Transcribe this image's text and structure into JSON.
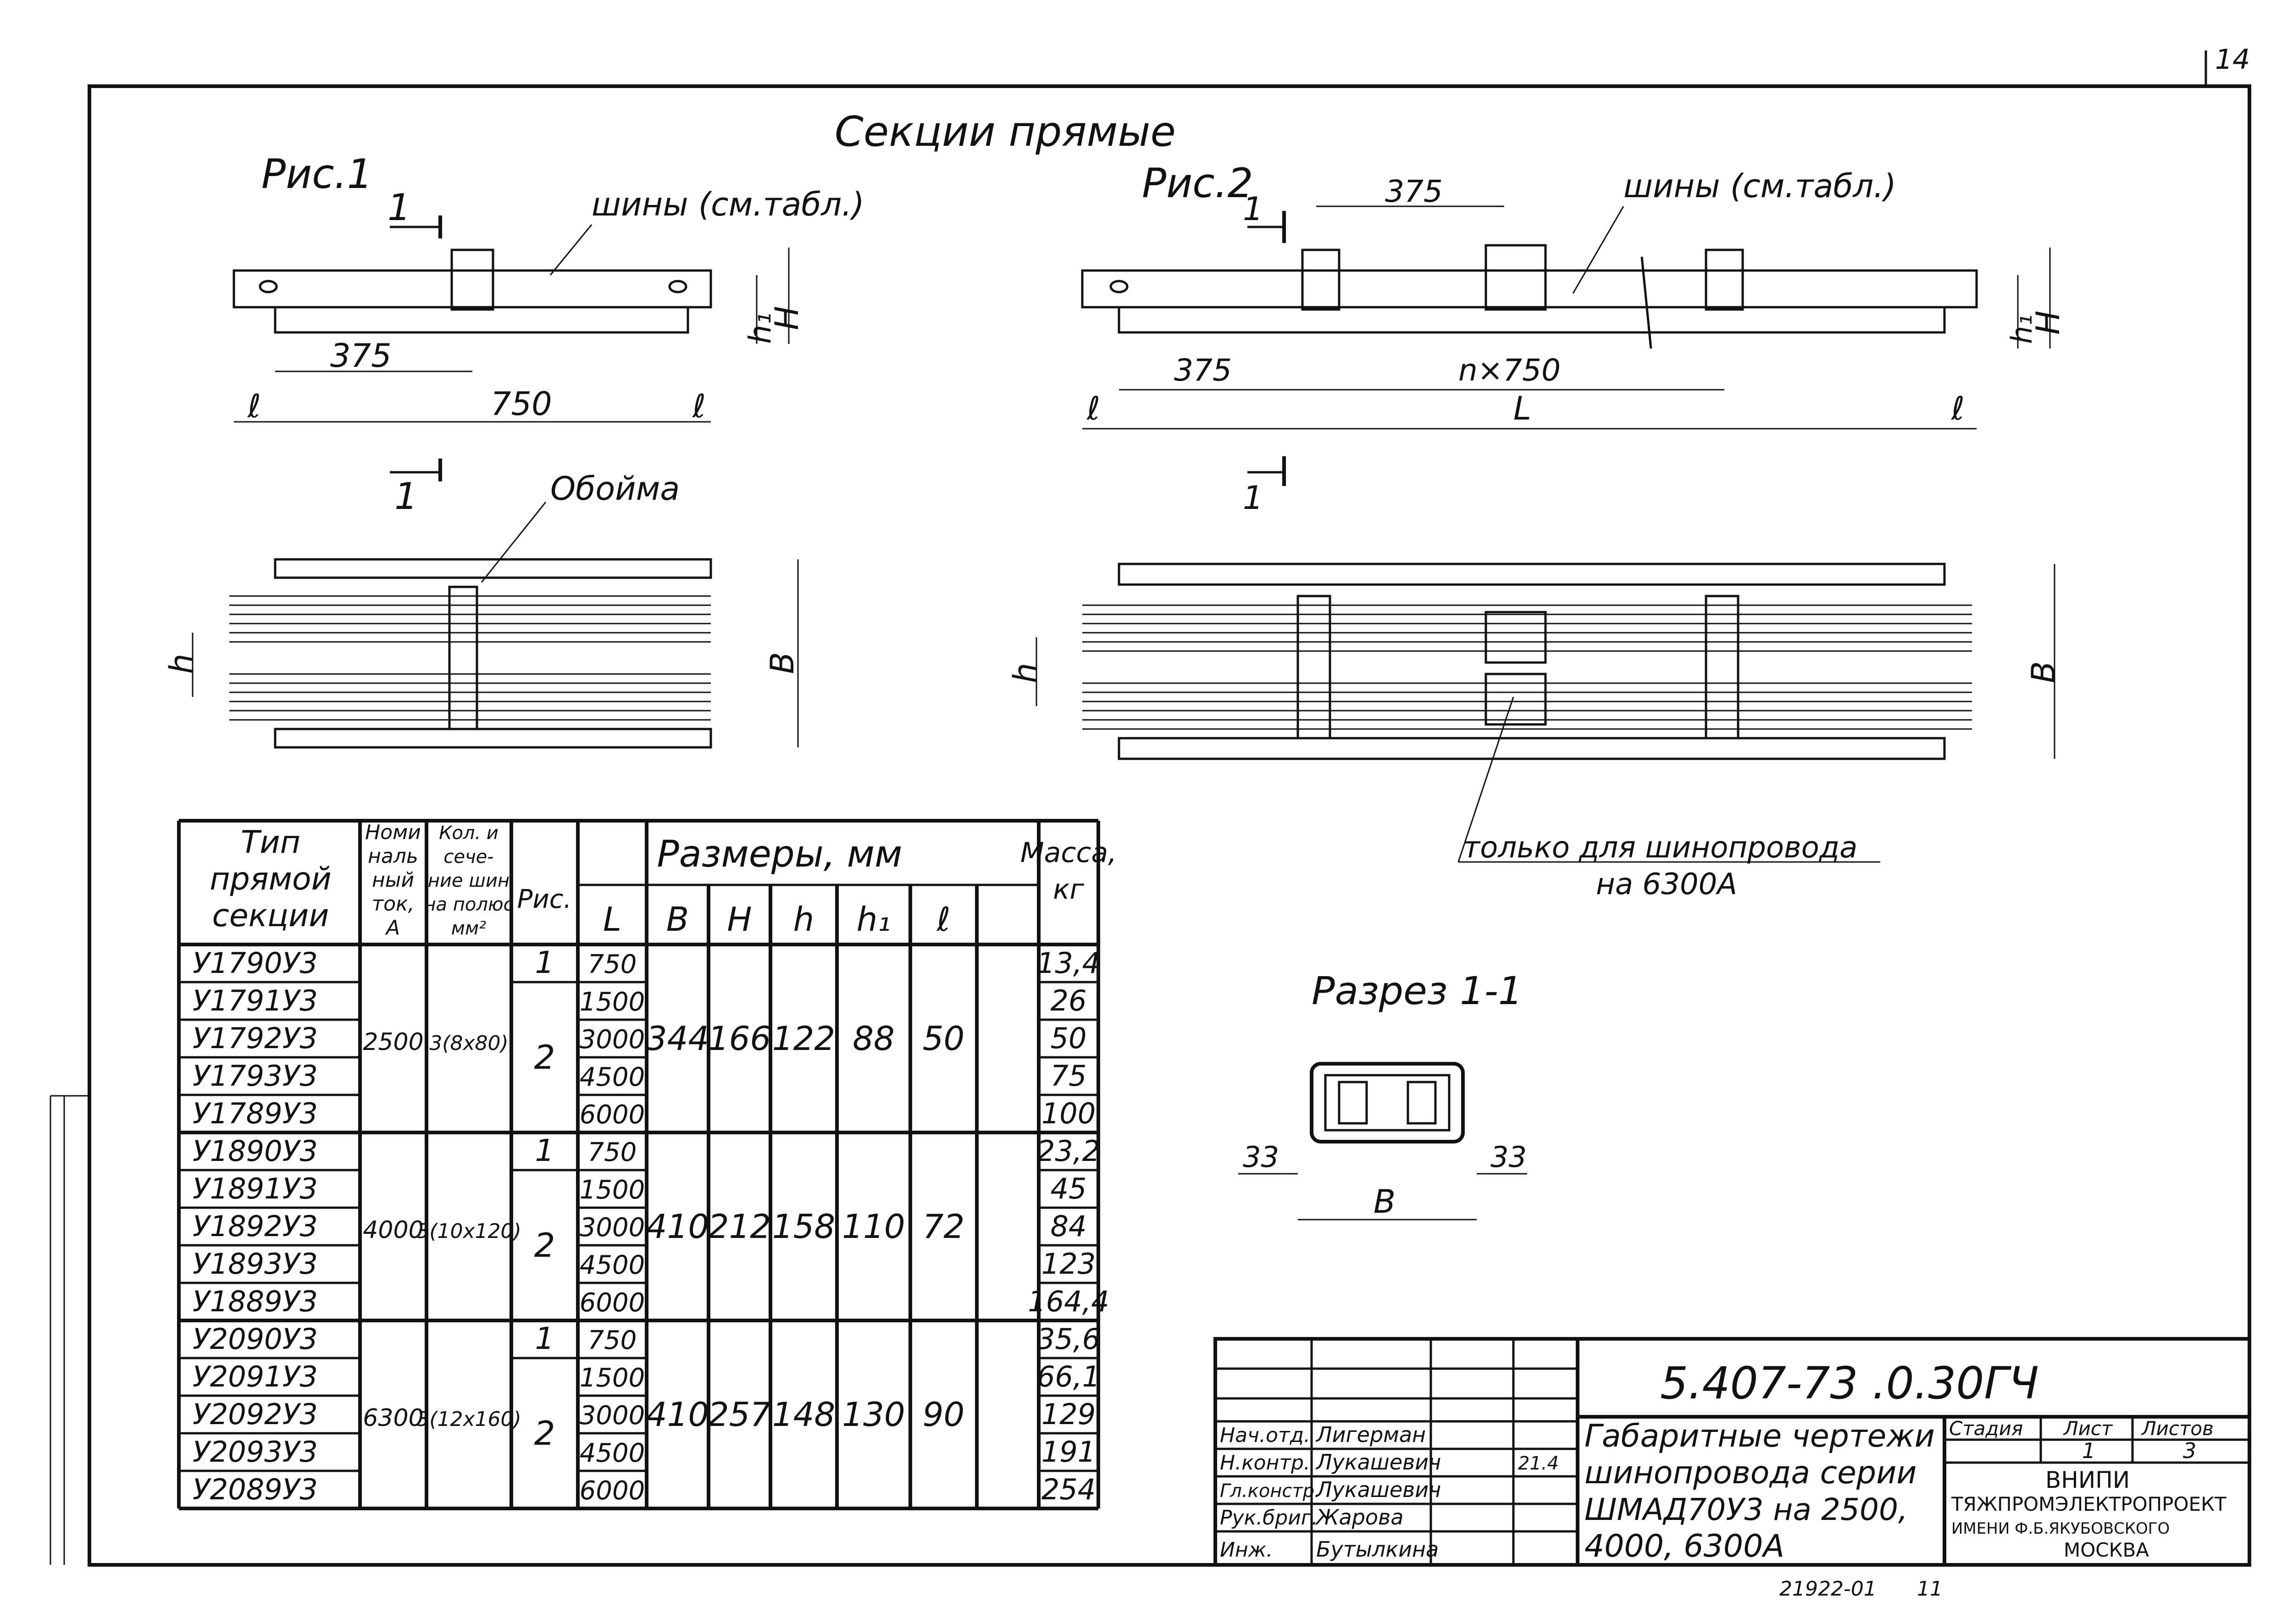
{
  "sheet_number": "14",
  "main_title": "Секции прямые",
  "fig1": {
    "label": "Рис.1",
    "section_mark": "1",
    "bus_note": "шины (см.табл.)",
    "dim_375": "375",
    "dim_750": "750",
    "dim_l": "ℓ",
    "dim_h1": "h₁",
    "dim_H": "H",
    "dim_h": "h",
    "dim_B": "B",
    "clamp_label": "Обойма"
  },
  "fig2": {
    "label": "Рис.2",
    "section_mark": "1",
    "bus_note": "шины (см.табл.)",
    "dim_375_top": "375",
    "dim_375": "375",
    "dim_nx750": "n×750",
    "dim_L": "L",
    "dim_l": "ℓ",
    "dim_h1": "h₁",
    "dim_H": "H",
    "dim_h": "h",
    "dim_B": "B",
    "note_line1": "только для шинопровода",
    "note_line2": "на 6300А"
  },
  "section": {
    "label": "Разрез 1-1",
    "dim_left": "33",
    "dim_right": "33",
    "dim_B": "B"
  },
  "table": {
    "headers": {
      "type": [
        "Тип",
        "прямой",
        "секции"
      ],
      "current": [
        "Номи",
        "наль",
        "ный",
        "ток,",
        "А"
      ],
      "count": [
        "Кол. и",
        "сече-",
        "ние шин",
        "на полюс",
        "мм²"
      ],
      "fig": "Рис.",
      "sizes": "Размеры, мм",
      "mass": [
        "Масса,",
        "кг"
      ],
      "L": "L",
      "B": "B",
      "H": "H",
      "h": "h",
      "h1": "h₁",
      "l": "ℓ"
    },
    "groups": [
      {
        "current": "2500",
        "count": "3(8x80)",
        "B": "344",
        "H": "166",
        "h": "122",
        "h1": "88",
        "l": "50",
        "rows": [
          {
            "type": "У1790У3",
            "fig": "1",
            "L": "750",
            "mass": "13,4"
          },
          {
            "type": "У1791У3",
            "fig": "2",
            "L": "1500",
            "mass": "26"
          },
          {
            "type": "У1792У3",
            "fig": "",
            "L": "3000",
            "mass": "50"
          },
          {
            "type": "У1793У3",
            "fig": "",
            "L": "4500",
            "mass": "75"
          },
          {
            "type": "У1789У3",
            "fig": "",
            "L": "6000",
            "mass": "100"
          }
        ]
      },
      {
        "current": "4000",
        "count": "3(10x120)",
        "B": "410",
        "H": "212",
        "h": "158",
        "h1": "110",
        "l": "72",
        "rows": [
          {
            "type": "У1890У3",
            "fig": "1",
            "L": "750",
            "mass": "23,2"
          },
          {
            "type": "У1891У3",
            "fig": "2",
            "L": "1500",
            "mass": "45"
          },
          {
            "type": "У1892У3",
            "fig": "",
            "L": "3000",
            "mass": "84"
          },
          {
            "type": "У1893У3",
            "fig": "",
            "L": "4500",
            "mass": "123"
          },
          {
            "type": "У1889У3",
            "fig": "",
            "L": "6000",
            "mass": "164,4"
          }
        ]
      },
      {
        "current": "6300",
        "count": "3(12x160)",
        "B": "410",
        "H": "257",
        "h": "148",
        "h1": "130",
        "l": "90",
        "rows": [
          {
            "type": "У2090У3",
            "fig": "1",
            "L": "750",
            "mass": "35,6"
          },
          {
            "type": "У2091У3",
            "fig": "2",
            "L": "1500",
            "mass": "66,1"
          },
          {
            "type": "У2092У3",
            "fig": "",
            "L": "3000",
            "mass": "129"
          },
          {
            "type": "У2093У3",
            "fig": "",
            "L": "4500",
            "mass": "191"
          },
          {
            "type": "У2089У3",
            "fig": "",
            "L": "6000",
            "mass": "254"
          }
        ]
      }
    ]
  },
  "title_block": {
    "code": "5.407-73 .0.30ГЧ",
    "roles": [
      "Нач.отд.",
      "Н.контр.",
      "Гл.констр.",
      "Рук.бриг.",
      "Инж."
    ],
    "names": [
      "Лигерман",
      "Лукашевич",
      "Лукашевич",
      "Жарова",
      "Бутылкина"
    ],
    "date_note": "21.4",
    "description": [
      "Габаритные чертежи",
      "шинопровода серии",
      "ШМАД70У3 на 2500,",
      "4000, 6300А"
    ],
    "stage_label": "Стадия",
    "sheet_label": "Лист",
    "sheets_label": "Листов",
    "sheet_value": "1",
    "sheets_value": "3",
    "org": [
      "ВНИПИ",
      "ТЯЖПРОМЭЛЕКТРОПРОЕКТ",
      "ИМЕНИ Ф.Б.ЯКУБОВСКОГО",
      "МОСКВА"
    ]
  },
  "footer_number": "21922-01",
  "footer_page": "11"
}
